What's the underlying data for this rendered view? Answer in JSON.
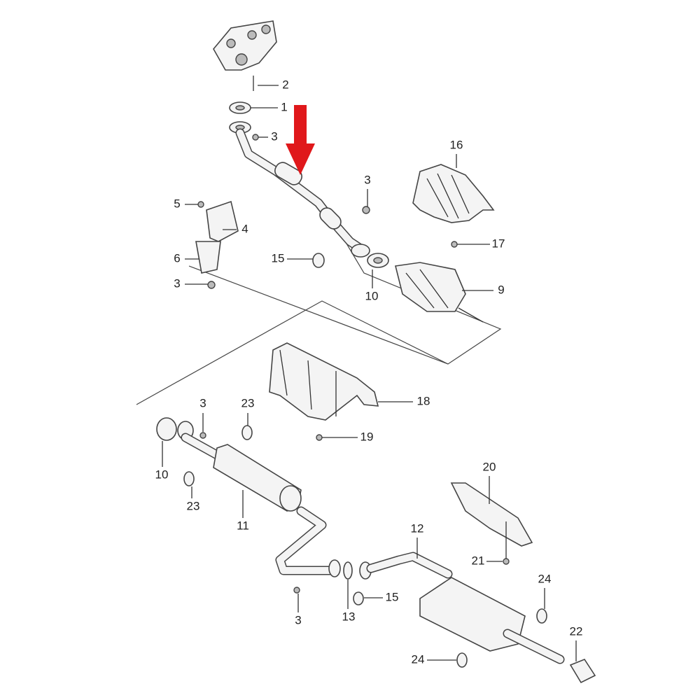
{
  "labels": [
    "2",
    "1",
    "3",
    "16",
    "3",
    "5",
    "4",
    "17",
    "6",
    "15",
    "3",
    "9",
    "10",
    "18",
    "3",
    "23",
    "19",
    "10",
    "20",
    "23",
    "11",
    "12",
    "21",
    "24",
    "15",
    "13",
    "3",
    "22",
    "24"
  ],
  "colors": {
    "arrow": "#e0181b",
    "line": "#444444"
  },
  "icons": {
    "pointer": "red-down-arrow"
  }
}
